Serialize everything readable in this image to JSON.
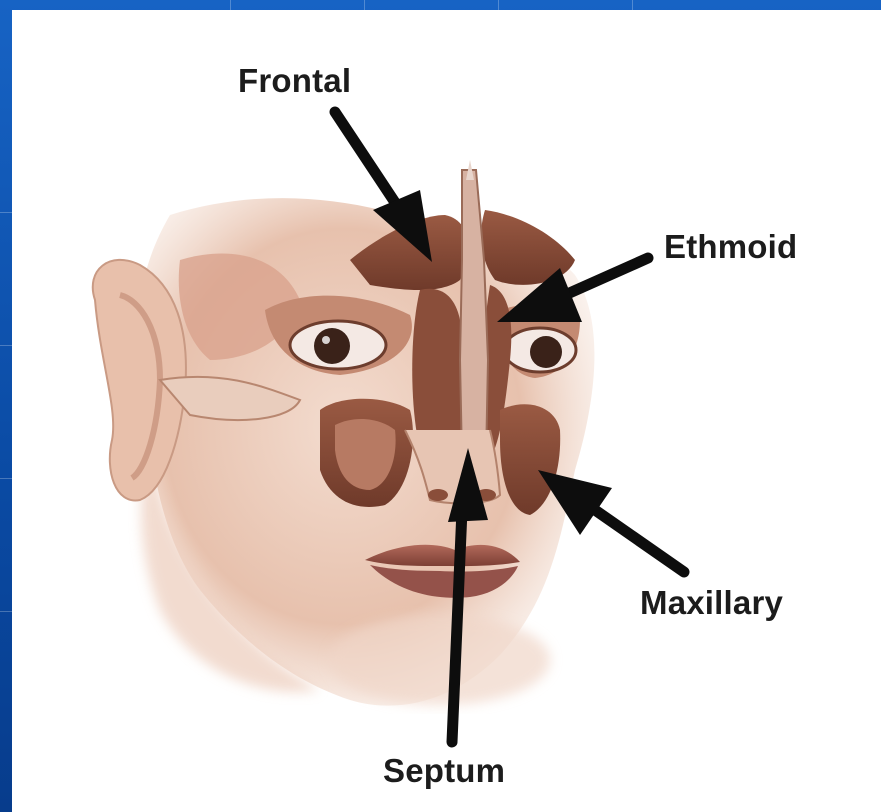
{
  "diagram": {
    "labels": {
      "frontal": "Frontal",
      "ethmoid": "Ethmoid",
      "maxillary": "Maxillary",
      "septum": "Septum"
    }
  },
  "colors": {
    "slide_blue": "#0b4fa8",
    "panel_white": "#ffffff",
    "skin": "#e9c6b4",
    "sinus_brown": "#8a4e3a",
    "lips": "#9e5a4c",
    "arrow_black": "#0d0d0d"
  }
}
